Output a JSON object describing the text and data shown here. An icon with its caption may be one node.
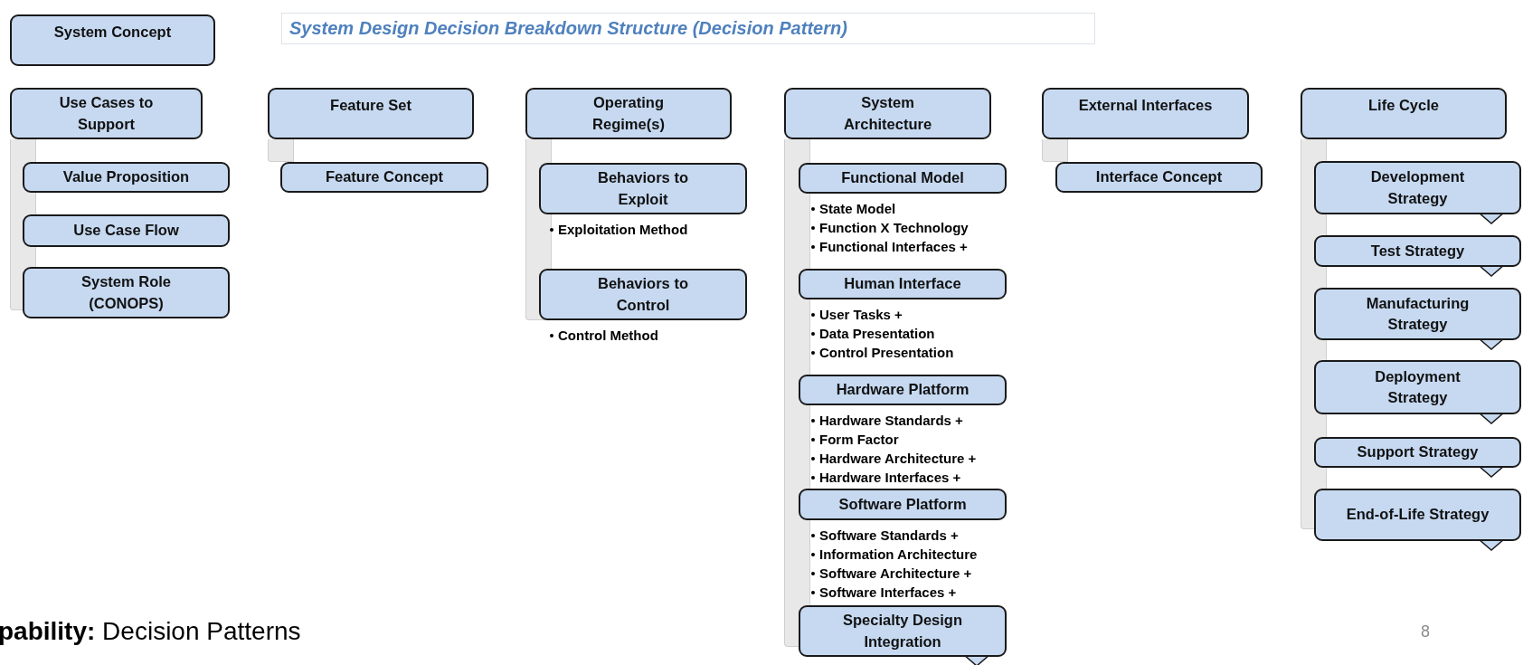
{
  "diagram": {
    "title": "System Design Decision Breakdown Structure (Decision Pattern)",
    "nodes": [
      {
        "text": [
          "System Concept"
        ]
      },
      {
        "text": [
          "Use Cases to Support"
        ]
      },
      {
        "text": [],
        "shape": "bar"
      },
      {
        "text": [
          "Value Proposition"
        ]
      },
      {
        "text": [
          "Use Case Flow"
        ]
      },
      {
        "text": [
          "System Role (CONOPS)"
        ]
      },
      {
        "text": [
          "Feature Set"
        ]
      },
      {
        "text": [],
        "shape": "bar"
      },
      {
        "text": [
          "Feature Concept"
        ]
      },
      {
        "text": [
          "Operating Regime(s)"
        ]
      },
      {
        "text": [],
        "shape": "bar"
      },
      {
        "text": [
          "Behaviors to Exploit"
        ],
        "beside": [
          "Exploitation Method"
        ]
      },
      {
        "text": [
          "Behaviors to Control"
        ],
        "beside": [
          "Control Method"
        ]
      },
      {
        "text": [
          "System Architecture"
        ]
      },
      {
        "text": [],
        "shape": "bar"
      },
      {
        "text": [
          "Functional Model"
        ],
        "beside": [
          "State Model",
          "Function X Technology",
          "Functional Interfaces +"
        ]
      },
      {
        "text": [
          "Human Interface"
        ],
        "beside": [
          "User Tasks +",
          "Data Presentation",
          "Control Presentation"
        ]
      },
      {
        "text": [
          "Hardware Platform"
        ],
        "beside": [
          "Hardware Standards +",
          "Form Factor",
          "Hardware Architecture +",
          "Hardware Interfaces +"
        ]
      },
      {
        "text": [
          "Software Platform"
        ],
        "beside": [
          "Software Standards +",
          "Information Architecture",
          "Software Architecture +",
          "Software Interfaces +"
        ]
      },
      {
        "text": [
          "Specialty Design Integration"
        ]
      },
      {
        "text": [
          "External Interfaces"
        ]
      },
      {
        "text": [],
        "shape": "bar"
      },
      {
        "text": [
          "Interface Concept"
        ]
      },
      {
        "text": [
          "Life Cycle"
        ]
      },
      {
        "text": [],
        "shape": "bar"
      },
      {
        "text": [
          "Development Strategy"
        ]
      },
      {
        "text": [
          "Test Strategy"
        ]
      },
      {
        "text": [
          "Manufacturing Strategy"
        ]
      },
      {
        "text": [
          "Deployment Strategy"
        ]
      },
      {
        "text": [
          "Support Strategy"
        ]
      },
      {
        "text": [
          "End-of-Life Strategy"
        ]
      }
    ],
    "labels": [
      "**pability:** Decision Patterns",
      "8"
    ]
  }
}
